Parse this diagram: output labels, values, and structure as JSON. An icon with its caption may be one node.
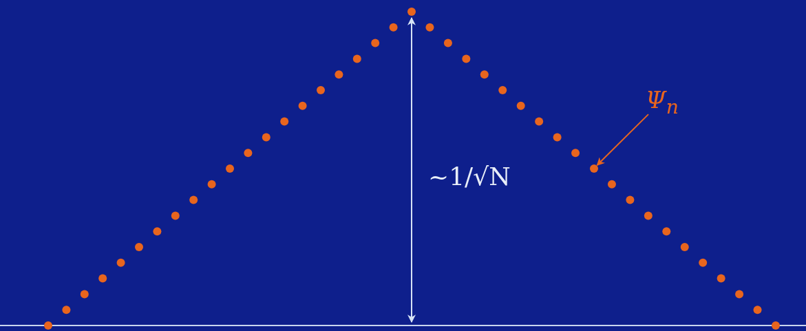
{
  "diagram": {
    "nodes": [
      {
        "text": [
          "Ψ$_{n}$"
        ]
      },
      {
        "text": [],
        "shape": "circle"
      }
    ],
    "edges": [
      {
        "from": 0,
        "to": 1,
        "arrow": "to",
        "color": "#e8651e"
      }
    ],
    "labels": [
      "~1/√N"
    ]
  }
}
